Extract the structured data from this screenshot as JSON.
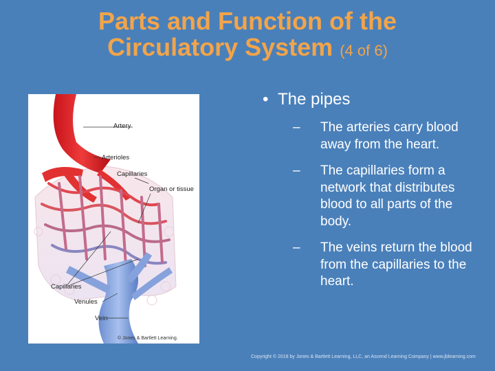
{
  "slide": {
    "title_main_line1": "Parts and Function of the",
    "title_main_line2": "Circulatory System",
    "title_suffix": "(4 of 6)",
    "background_color": "#4a80ba",
    "title_color": "#f2a44a"
  },
  "figure": {
    "labels": {
      "artery": "Artery",
      "arterioles": "Arterioles",
      "capillaries_top": "Capillaries",
      "organ": "Organ or tissue",
      "capillaries_bottom": "Capillaries",
      "venules": "Venules",
      "vein": "Vein"
    },
    "credit": "© Jones & Bartlett Learning."
  },
  "bullets": {
    "main": "The pipes",
    "bullet_symbol": "•",
    "dash_symbol": "–",
    "items": [
      "The arteries carry blood away from the heart.",
      "The capillaries form a network that distributes blood to all parts of the body.",
      "The veins return the blood from the capillaries to the heart."
    ]
  },
  "footer": "Copyright © 2018 by Jones & Bartlett Learning, LLC, an Ascend Learning Company | www.jblearning.com"
}
